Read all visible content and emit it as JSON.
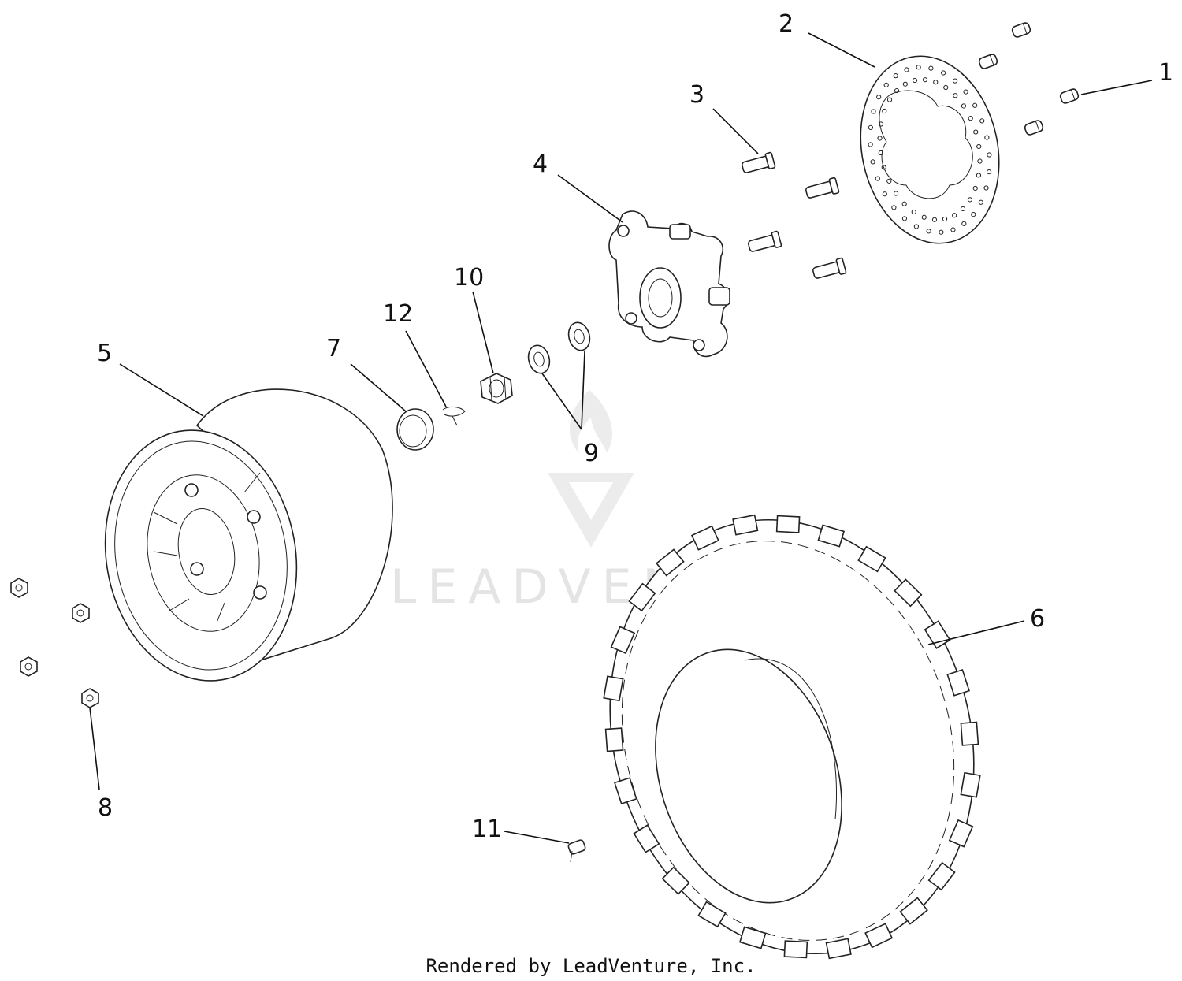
{
  "callouts": [
    {
      "id": "1",
      "label": "1"
    },
    {
      "id": "2",
      "label": "2"
    },
    {
      "id": "3",
      "label": "3"
    },
    {
      "id": "4",
      "label": "4"
    },
    {
      "id": "5",
      "label": "5"
    },
    {
      "id": "6",
      "label": "6"
    },
    {
      "id": "7",
      "label": "7"
    },
    {
      "id": "8",
      "label": "8"
    },
    {
      "id": "9",
      "label": "9"
    },
    {
      "id": "10",
      "label": "10"
    },
    {
      "id": "11",
      "label": "11"
    },
    {
      "id": "12",
      "label": "12"
    }
  ],
  "watermark": "LEADVENTURE",
  "footer": "Rendered by LeadVenture, Inc.",
  "colors": {
    "line": "#222222",
    "watermark": "#e4e4e4",
    "background": "#ffffff"
  }
}
